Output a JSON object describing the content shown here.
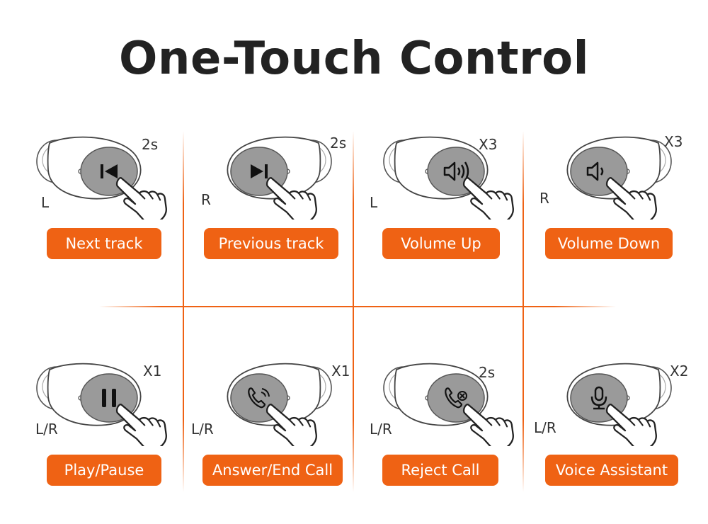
{
  "title": "One-Touch Control",
  "accent_color": "#ef6214",
  "controls": [
    {
      "label": "Next track",
      "side": "L",
      "count": "2s",
      "icon": "previous-track-icon"
    },
    {
      "label": "Previous track",
      "side": "R",
      "count": "2s",
      "icon": "next-track-icon"
    },
    {
      "label": "Volume Up",
      "side": "L",
      "count": "X3",
      "icon": "volume-up-icon"
    },
    {
      "label": "Volume Down",
      "side": "R",
      "count": "X3",
      "icon": "volume-down-icon"
    },
    {
      "label": "Play/Pause",
      "side": "L/R",
      "count": "X1",
      "icon": "pause-icon"
    },
    {
      "label": "Answer/End Call",
      "side": "L/R",
      "count": "X1",
      "icon": "phone-call-icon"
    },
    {
      "label": "Reject Call",
      "side": "L/R",
      "count": "2s",
      "icon": "reject-call-icon"
    },
    {
      "label": "Voice Assistant",
      "side": "L/R",
      "count": "X2",
      "icon": "microphone-icon"
    }
  ]
}
